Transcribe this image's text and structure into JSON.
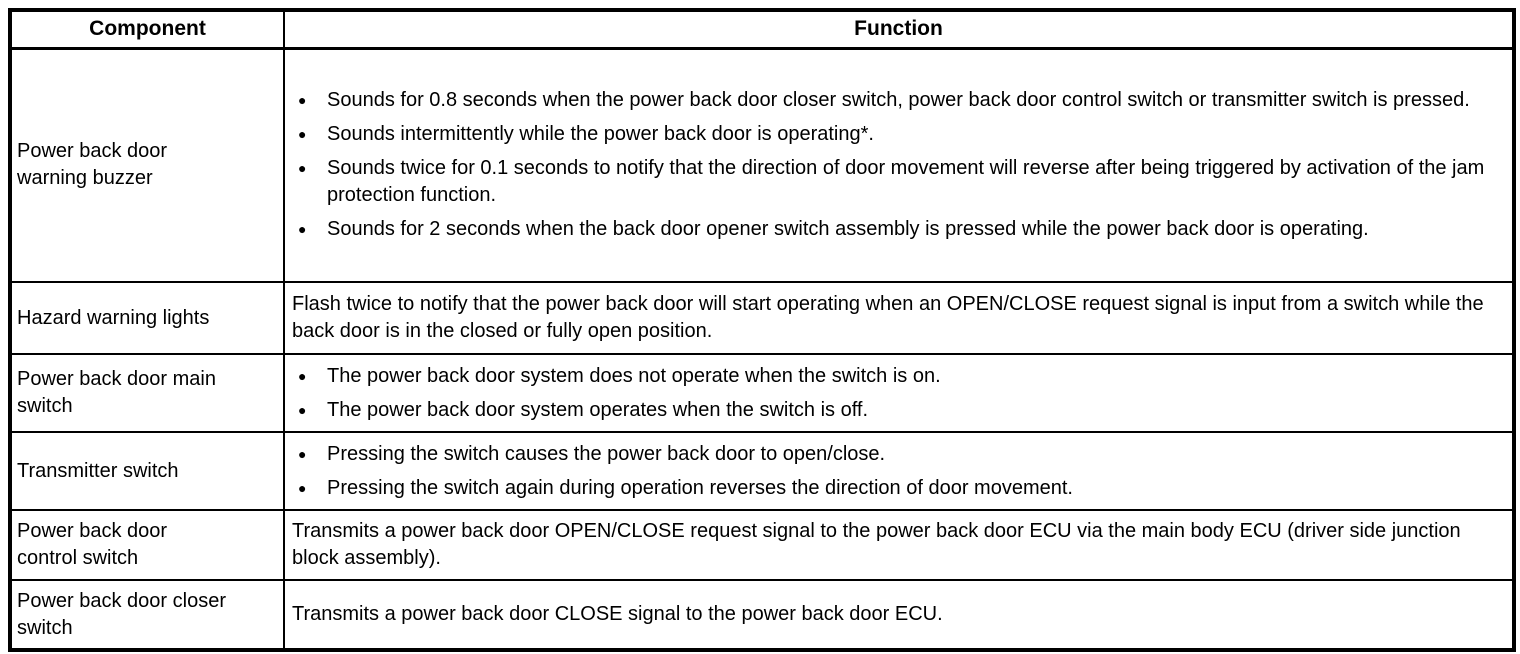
{
  "table": {
    "bullet_glyph": "●",
    "headers": {
      "component": "Component",
      "function": "Function"
    },
    "rows": [
      {
        "component": "Power back door\nwarning buzzer",
        "bullets": [
          "Sounds for 0.8 seconds when the power back door closer switch, power back door control switch or transmitter switch is pressed.",
          "Sounds intermittently while the power back door is operating*.",
          "Sounds twice for 0.1 seconds to notify that the direction of door movement will reverse after being triggered by activation of the jam protection function.",
          "Sounds for 2 seconds when the back door opener switch assembly is pressed while the power back door is operating."
        ]
      },
      {
        "component": "Hazard warning lights",
        "text": "Flash twice to notify that the power back door will start operating when an OPEN/CLOSE request signal is input from a switch while the back door is in the closed or fully open position."
      },
      {
        "component": "Power back door main\nswitch",
        "bullets": [
          "The power back door system does not operate when the switch is on.",
          "The power back door system operates when the switch is off."
        ]
      },
      {
        "component": "Transmitter switch",
        "bullets": [
          "Pressing the switch causes the power back door to open/close.",
          "Pressing the switch again during operation reverses the direction of door movement."
        ]
      },
      {
        "component": "Power back door\ncontrol switch",
        "text": "Transmits a power back door OPEN/CLOSE request signal to the power back door ECU via the main body ECU (driver side junction block assembly)."
      },
      {
        "component": "Power back door closer\nswitch",
        "text": "Transmits a power back door CLOSE signal to the power back door ECU."
      }
    ]
  }
}
